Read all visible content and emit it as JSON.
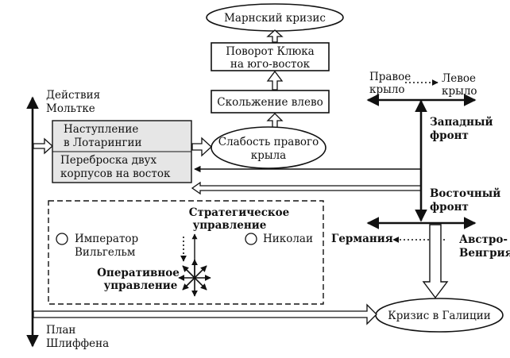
{
  "nodes": {
    "marne_crisis": "Марнский кризис",
    "kluck_turn_1": "Поворот Клюка",
    "kluck_turn_2": "на юго-восток",
    "slide_left": "Скольжение влево",
    "weak_wing_1": "Слабость правого",
    "weak_wing_2": "крыла",
    "lorraine_1": "Наступление",
    "lorraine_2": "в Лотарингии",
    "transfer_1": "Переброска двух",
    "transfer_2": "корпусов на восток",
    "moltke_1": "Действия",
    "moltke_2": "Мольтке",
    "schlieffen_1": "План",
    "schlieffen_2": "Шлиффена",
    "galicia_crisis": "Кризис в Галиции",
    "right_wing_1": "Правое",
    "right_wing_2": "крыло",
    "left_wing_1": "Левое",
    "left_wing_2": "крыло",
    "western_front_1": "Западный",
    "western_front_2": "фронт",
    "eastern_front_1": "Восточный",
    "eastern_front_2": "фронт",
    "germany": "Германия",
    "austria_1": "Австро-",
    "austria_2": "Венгрия",
    "strategic_1": "Стратегическое",
    "strategic_2": "управление",
    "operational_1": "Оперативное",
    "operational_2": "управление",
    "wilhelm_1": "Император",
    "wilhelm_2": "Вильгельм",
    "nicholas": "Николаи"
  },
  "colors": {
    "line": "#111111",
    "shaded_box": "#e6e6e6"
  }
}
